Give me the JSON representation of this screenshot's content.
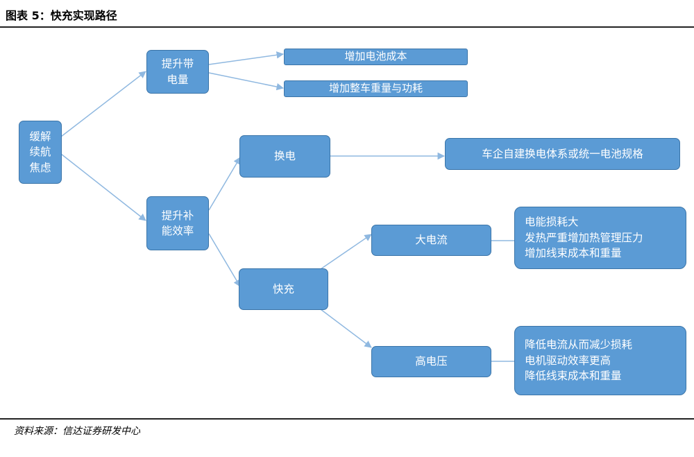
{
  "header": {
    "title": "图表 5：快充实现路径"
  },
  "footer": {
    "source": "资料来源：信达证券研发中心"
  },
  "nodes": {
    "root": "缓解\n续航\n焦虑",
    "capacity": "提升带\n电量",
    "battery_cost": "增加电池成本",
    "vehicle_weight": "增加整车重量与功耗",
    "efficiency": "提升补\n能效率",
    "swap": "换电",
    "swap_result": "车企自建换电体系或统一电池规格",
    "fast_charge": "快充",
    "high_current": "大电流",
    "high_current_effects": "电能损耗大\n发热严重增加热管理压力\n增加线束成本和重量",
    "high_voltage": "高电压",
    "high_voltage_effects": "降低电流从而减少损耗\n电机驱动效率更高\n降低线束成本和重量"
  },
  "colors": {
    "node_fill": "#5b9bd5",
    "node_border": "#3a74a8",
    "arrow": "#8fb8e0"
  }
}
